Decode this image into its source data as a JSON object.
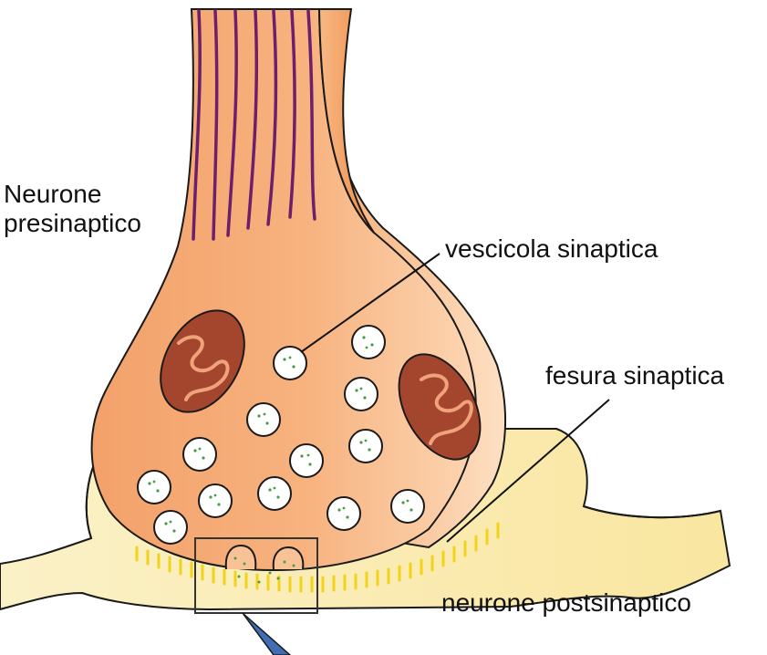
{
  "labels": {
    "presynaptic_line1": "Neurone",
    "presynaptic_line2": "presinaptico",
    "vesicle": "vescicola sinaptica",
    "cleft": "fesura sinaptica",
    "postsynaptic": "neurone postsinaptico"
  },
  "colors": {
    "axon_fill": "#f6a468",
    "axon_light": "#fcd7b4",
    "axon_outline": "#1a1a1a",
    "mitochondria_fill": "#a4462e",
    "mitochondria_inner": "#f0a27a",
    "microtubules": "#6d1f6b",
    "vesicle_fill": "#ffffff",
    "vesicle_dots": "#4a9b48",
    "postsynaptic_fill": "#fbf3cf",
    "receptor_color": "#f2d21a",
    "pipette": "#3f6eb5"
  }
}
